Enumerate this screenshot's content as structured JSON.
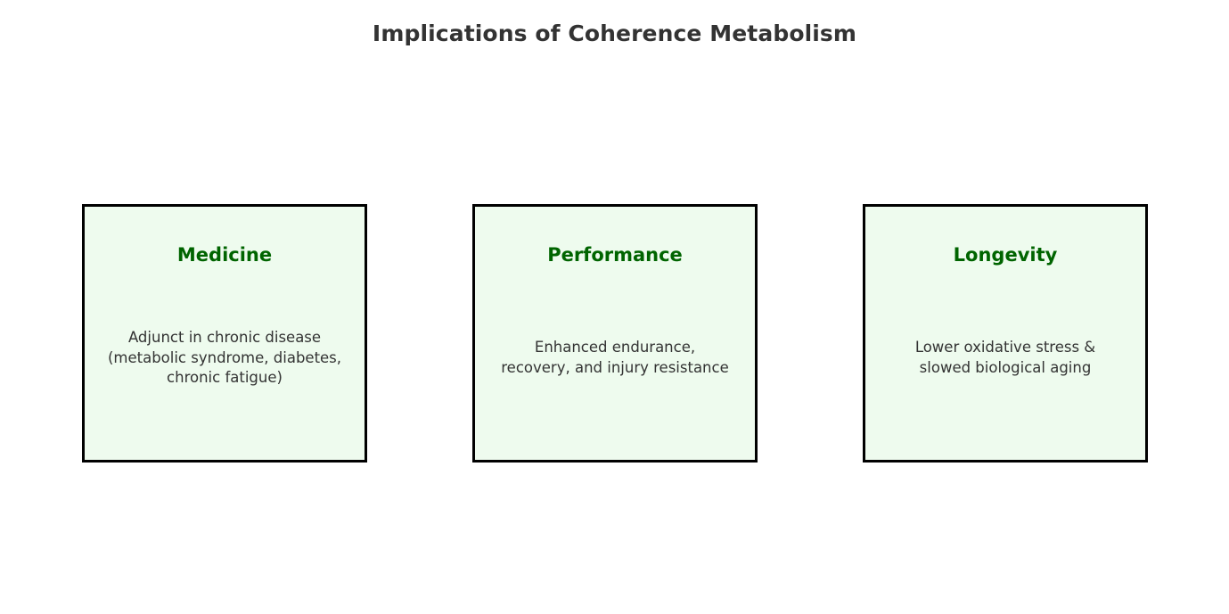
{
  "figure": {
    "title": "Implications of Coherence Metabolism",
    "background_color": "#ffffff",
    "title_color": "#333333"
  },
  "style": {
    "card_fill": "#eefbee",
    "card_border": "#000000",
    "heading_color": "#006400",
    "body_color": "#333333"
  },
  "cards": [
    {
      "heading": "Medicine",
      "body": "Adjunct in chronic disease\n(metabolic syndrome, diabetes,\nchronic fatigue)",
      "body_lines": [
        "Adjunct in chronic disease",
        "(metabolic syndrome, diabetes,",
        "chronic fatigue)"
      ]
    },
    {
      "heading": "Performance",
      "body": "Enhanced endurance,\nrecovery, and injury resistance",
      "body_lines": [
        "Enhanced endurance,",
        "recovery, and injury resistance"
      ]
    },
    {
      "heading": "Longevity",
      "body": "Lower oxidative stress &\nslowed biological aging",
      "body_lines": [
        "Lower oxidative stress &",
        "slowed biological aging"
      ]
    }
  ]
}
